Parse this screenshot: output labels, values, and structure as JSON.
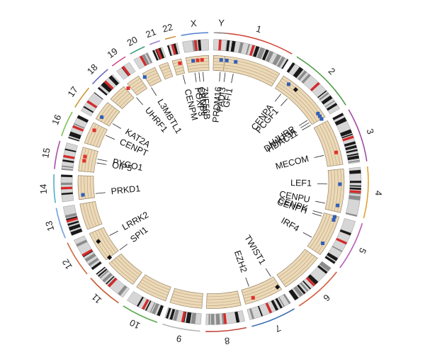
{
  "figure": {
    "colors": {
      "background": "#ffffff",
      "track_fill": "#ecd9b8",
      "track_line": "#b9a27c",
      "track_separator": "#ffffff",
      "ideogram_dark": "#1a1a1a",
      "ideogram_gray": "#8c8c8c",
      "ideogram_light": "#d6d6d6",
      "ideogram_centromere": "#d42a2a",
      "marker_red": "#e0302b",
      "marker_blue": "#2f5fb8",
      "marker_black": "#111111",
      "leader_line": "#222222"
    },
    "chromosomes": [
      {
        "name": "1",
        "start_deg": 2,
        "end_deg": 31,
        "outer_color": "#d44a3a"
      },
      {
        "name": "2",
        "start_deg": 33,
        "end_deg": 59,
        "outer_color": "#4c9a46"
      },
      {
        "name": "3",
        "start_deg": 61,
        "end_deg": 82,
        "outer_color": "#9b4aa0"
      },
      {
        "name": "4",
        "start_deg": 84,
        "end_deg": 104,
        "outer_color": "#e5a132"
      },
      {
        "name": "5",
        "start_deg": 106,
        "end_deg": 125,
        "outer_color": "#b65ab8"
      },
      {
        "name": "6",
        "start_deg": 127,
        "end_deg": 146,
        "outer_color": "#d15b3d"
      },
      {
        "name": "7",
        "start_deg": 148,
        "end_deg": 165,
        "outer_color": "#3a6fb0"
      },
      {
        "name": "8",
        "start_deg": 167,
        "end_deg": 182,
        "outer_color": "#c2473c"
      },
      {
        "name": "9",
        "start_deg": 184,
        "end_deg": 198,
        "outer_color": "#b5b5b5"
      },
      {
        "name": "10",
        "start_deg": 200,
        "end_deg": 214,
        "outer_color": "#5aa84a"
      },
      {
        "name": "11",
        "start_deg": 216,
        "end_deg": 230,
        "outer_color": "#c85a2e"
      },
      {
        "name": "12",
        "start_deg": 232,
        "end_deg": 246,
        "outer_color": "#d0673c"
      },
      {
        "name": "13",
        "start_deg": 248,
        "end_deg": 260,
        "outer_color": "#6f9fd8"
      },
      {
        "name": "14",
        "start_deg": 262,
        "end_deg": 273,
        "outer_color": "#4fb0c8"
      },
      {
        "name": "15",
        "start_deg": 275,
        "end_deg": 286,
        "outer_color": "#a64fa8"
      },
      {
        "name": "16",
        "start_deg": 288,
        "end_deg": 298,
        "outer_color": "#7fbf4f"
      },
      {
        "name": "17",
        "start_deg": 300,
        "end_deg": 309,
        "outer_color": "#c79a3a"
      },
      {
        "name": "18",
        "start_deg": 311,
        "end_deg": 319,
        "outer_color": "#6a6abf"
      },
      {
        "name": "19",
        "start_deg": 321,
        "end_deg": 327,
        "outer_color": "#d04a8a"
      },
      {
        "name": "20",
        "start_deg": 329,
        "end_deg": 335,
        "outer_color": "#3fa07f"
      },
      {
        "name": "21",
        "start_deg": 337,
        "end_deg": 341,
        "outer_color": "#9f7fcf"
      },
      {
        "name": "22",
        "start_deg": 343,
        "end_deg": 347,
        "outer_color": "#cf8f3f"
      },
      {
        "name": "X",
        "start_deg": 349,
        "end_deg": 359,
        "outer_color": "#4f7fcf"
      },
      {
        "name": "Y",
        "start_deg": 361,
        "end_deg": 366,
        "outer_color": "#8f8f8f"
      }
    ],
    "genes": [
      {
        "name": "PRDM16",
        "angle": 4.5,
        "marker_color": "blue"
      },
      {
        "name": "PADI3",
        "angle": 7,
        "marker_color": "blue"
      },
      {
        "name": "GFI1",
        "angle": 11,
        "marker_color": "blue"
      },
      {
        "name": "CENPA",
        "angle": 37,
        "marker_color": "blue"
      },
      {
        "name": "PCGF1",
        "angle": 41,
        "marker_color": "black"
      },
      {
        "name": "HJURP",
        "angle": 56,
        "marker_color": "blue"
      },
      {
        "name": "DNMT3A",
        "angle": 57.5,
        "marker_color": "blue"
      },
      {
        "name": "HDAC11",
        "angle": 59,
        "marker_color": "blue"
      },
      {
        "name": "MECOM",
        "angle": 76,
        "marker_color": "red"
      },
      {
        "name": "LEF1",
        "angle": 91,
        "marker_color": "blue"
      },
      {
        "name": "CENPU",
        "angle": 101,
        "marker_color": "blue"
      },
      {
        "name": "CENPK",
        "angle": 106.5,
        "marker_color": "blue"
      },
      {
        "name": "CENPH",
        "angle": 108,
        "marker_color": "blue"
      },
      {
        "name": "IRF4",
        "angle": 120,
        "marker_color": "blue"
      },
      {
        "name": "TWIST1",
        "angle": 149,
        "marker_color": "black"
      },
      {
        "name": "EZH2",
        "angle": 161,
        "marker_color": "red"
      },
      {
        "name": "SPI1",
        "angle": 232,
        "marker_color": "black"
      },
      {
        "name": "LRRK2",
        "angle": 241,
        "marker_color": "black"
      },
      {
        "name": "PRKD1",
        "angle": 264,
        "marker_color": "blue"
      },
      {
        "name": "OIP5",
        "angle": 280,
        "marker_color": "red"
      },
      {
        "name": "PYGO1",
        "angle": 282,
        "marker_color": "red"
      },
      {
        "name": "CENPT",
        "angle": 295,
        "marker_color": "red"
      },
      {
        "name": "KAT2A",
        "angle": 302,
        "marker_color": "blue"
      },
      {
        "name": "UHRF1",
        "angle": 320,
        "marker_color": "red"
      },
      {
        "name": "L3MBTL1",
        "angle": 329,
        "marker_color": "blue"
      },
      {
        "name": "CENPM",
        "angle": 346,
        "marker_color": "red"
      },
      {
        "name": "FOXP3",
        "angle": 352,
        "marker_color": "blue"
      },
      {
        "name": "CENPI",
        "angle": 354,
        "marker_color": "red"
      },
      {
        "name": "ZNF56B",
        "angle": 356,
        "marker_color": "red"
      }
    ],
    "labels": {
      "PRDM16": "PRDM16",
      "PADI3": "PADI3",
      "GFI1": "GFI1",
      "CENPA": "CENPA",
      "PCGF1": "PCGF1",
      "HJURP": "HJURP",
      "DNMT3A": "DNMT3A",
      "HDAC11": "HDAC11",
      "MECOM": "MECOM",
      "LEF1": "LEF1",
      "CENPU": "CENPU",
      "CENPK": "CENPK",
      "CENPH": "CENPH",
      "IRF4": "IRF4",
      "TWIST1": "TWIST1",
      "EZH2": "EZH2",
      "SPI1": "SPI1",
      "LRRK2": "LRRK2",
      "PRKD1": "PRKD1",
      "OIP5": "OIP5",
      "PYGO1": "PYGO1",
      "CENPT": "CENPT",
      "KAT2A": "KAT2A",
      "UHRF1": "UHRF1",
      "L3MBTL1": "L3MBTL1",
      "CENPM": "CENPM",
      "FOXP3": "FOXP3",
      "CENPI": "CENPI",
      "ZNF56B": "ZNF56B"
    }
  }
}
